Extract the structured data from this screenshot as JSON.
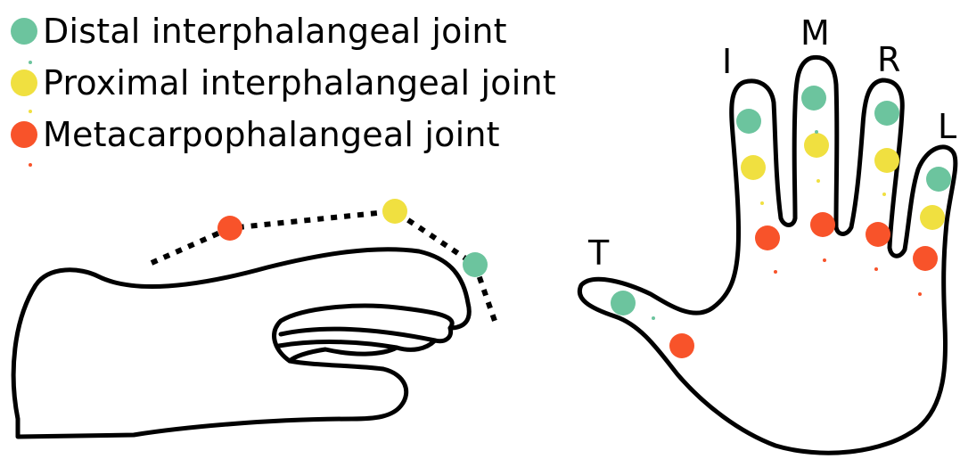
{
  "colors": {
    "distal": "#6cc49e",
    "proximal": "#f0e040",
    "metacarpo": "#f8532a",
    "outline": "#000000"
  },
  "legend": [
    {
      "key": "distal",
      "label": "Distal interphalangeal joint"
    },
    {
      "key": "proximal",
      "label": "Proximal interphalangeal joint"
    },
    {
      "key": "metacarpo",
      "label": "Metacarpophalangeal joint"
    }
  ],
  "fingers": {
    "thumb": "T",
    "index": "I",
    "middle": "M",
    "ring": "R",
    "little": "L"
  }
}
